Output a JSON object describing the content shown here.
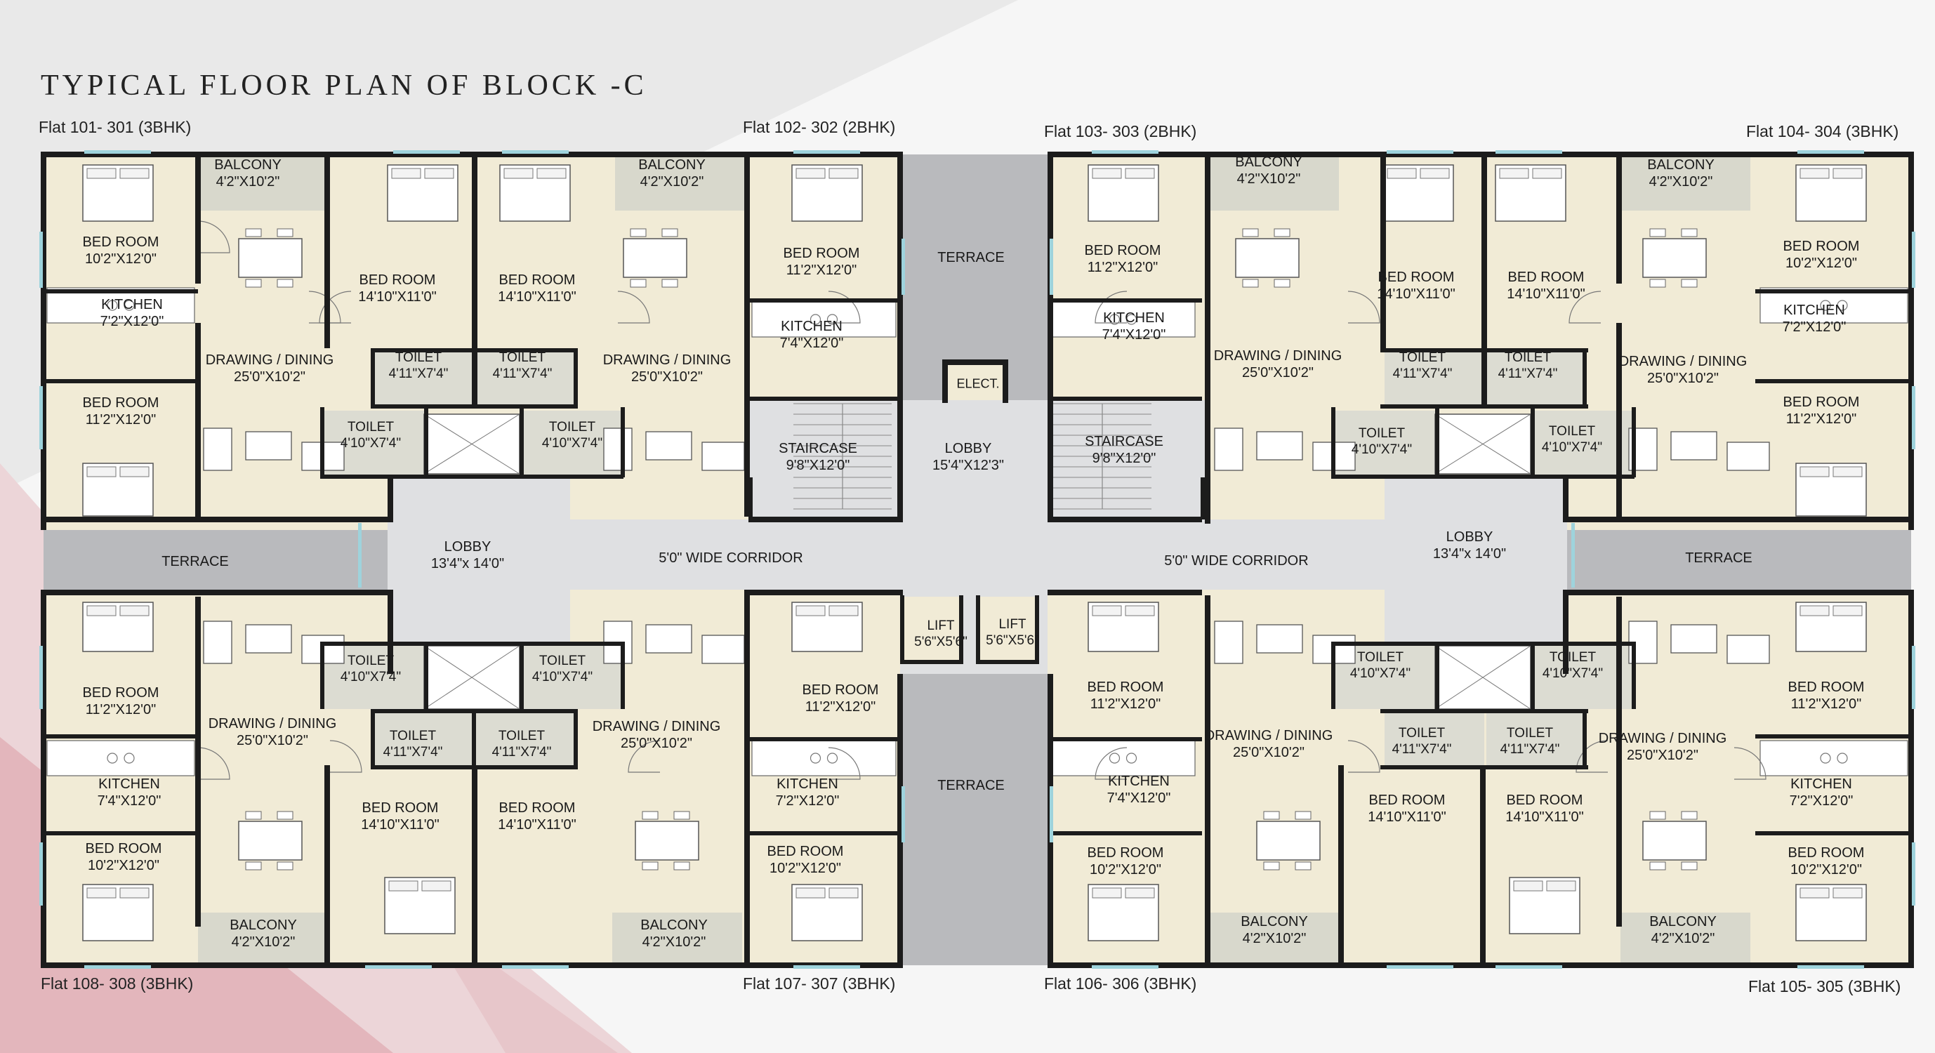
{
  "title": "TYPICAL FLOOR PLAN OF BLOCK -C",
  "flat_labels": [
    "Flat 101- 301 (3BHK)",
    "Flat 102- 302 (2BHK)",
    "Flat 103- 303 (2BHK)",
    "Flat 104- 304 (3BHK)",
    "Flat 108- 308 (3BHK)",
    "Flat 107- 307 (3BHK)",
    "Flat 106- 306 (3BHK)",
    "Flat 105- 305 (3BHK)"
  ],
  "rooms": [
    {
      "id": "r1",
      "name": "BALCONY",
      "dim": "4'2\"X10'2\""
    },
    {
      "id": "r2",
      "name": "BED ROOM",
      "dim": "10'2\"X12'0\""
    },
    {
      "id": "r3",
      "name": "KITCHEN",
      "dim": "7'2\"X12'0\""
    },
    {
      "id": "r4",
      "name": "BED ROOM",
      "dim": "11'2\"X12'0\""
    },
    {
      "id": "r5",
      "name": "DRAWING / DINING",
      "dim": "25'0\"X10'2\""
    },
    {
      "id": "r6",
      "name": "BED ROOM",
      "dim": "14'10\"X11'0\""
    },
    {
      "id": "r7",
      "name": "TOILET",
      "dim": "4'11\"X7'4\""
    },
    {
      "id": "r8",
      "name": "TOILET",
      "dim": "4'10\"X7'4\""
    },
    {
      "id": "r9",
      "name": "BED ROOM",
      "dim": "14'10\"X11'0\""
    },
    {
      "id": "r10",
      "name": "TOILET",
      "dim": "4'11\"X7'4\""
    },
    {
      "id": "r11",
      "name": "TOILET",
      "dim": "4'10\"X7'4\""
    },
    {
      "id": "r12",
      "name": "BALCONY",
      "dim": "4'2\"X10'2\""
    },
    {
      "id": "r13",
      "name": "DRAWING / DINING",
      "dim": "25'0\"X10'2\""
    },
    {
      "id": "r14",
      "name": "BED ROOM",
      "dim": "11'2\"X12'0\""
    },
    {
      "id": "r15",
      "name": "KITCHEN",
      "dim": "7'4\"X12'0\""
    },
    {
      "id": "r16",
      "name": "TERRACE",
      "dim": ""
    },
    {
      "id": "r17",
      "name": "ELECT.",
      "dim": ""
    },
    {
      "id": "r18",
      "name": "STAIRCASE",
      "dim": "9'8\"X12'0\""
    },
    {
      "id": "r19",
      "name": "LOBBY",
      "dim": "15'4\"X12'3\""
    },
    {
      "id": "r20",
      "name": "STAIRCASE",
      "dim": "9'8\"X12'0\""
    },
    {
      "id": "r21",
      "name": "BED ROOM",
      "dim": "11'2\"X12'0\""
    },
    {
      "id": "r22",
      "name": "KITCHEN",
      "dim": "7'4\"X12'0\""
    },
    {
      "id": "r23",
      "name": "BALCONY",
      "dim": "4'2\"X10'2\""
    },
    {
      "id": "r24",
      "name": "DRAWING / DINING",
      "dim": "25'0\"X10'2\""
    },
    {
      "id": "r25",
      "name": "BED ROOM",
      "dim": "14'10\"X11'0\""
    },
    {
      "id": "r26",
      "name": "TOILET",
      "dim": "4'11\"X7'4\""
    },
    {
      "id": "r27",
      "name": "TOILET",
      "dim": "4'10\"X7'4\""
    },
    {
      "id": "r28",
      "name": "BED ROOM",
      "dim": "14'10\"X11'0\""
    },
    {
      "id": "r29",
      "name": "TOILET",
      "dim": "4'11\"X7'4\""
    },
    {
      "id": "r30",
      "name": "TOILET",
      "dim": "4'10\"X7'4\""
    },
    {
      "id": "r31",
      "name": "BALCONY",
      "dim": "4'2\"X10'2\""
    },
    {
      "id": "r32",
      "name": "DRAWING / DINING",
      "dim": "25'0\"X10'2\""
    },
    {
      "id": "r33",
      "name": "BED ROOM",
      "dim": "10'2\"X12'0\""
    },
    {
      "id": "r34",
      "name": "KITCHEN",
      "dim": "7'2\"X12'0\""
    },
    {
      "id": "r35",
      "name": "BED ROOM",
      "dim": "11'2\"X12'0\""
    },
    {
      "id": "r36",
      "name": "TERRACE",
      "dim": ""
    },
    {
      "id": "r37",
      "name": "LOBBY",
      "dim": "13'4\"x 14'0\""
    },
    {
      "id": "r38",
      "name": "5'0\"  WIDE CORRIDOR",
      "dim": ""
    },
    {
      "id": "r39",
      "name": "5'0\"  WIDE CORRIDOR",
      "dim": ""
    },
    {
      "id": "r40",
      "name": "LOBBY",
      "dim": "13'4\"x 14'0\""
    },
    {
      "id": "r41",
      "name": "TERRACE",
      "dim": ""
    },
    {
      "id": "r42",
      "name": "BED ROOM",
      "dim": "11'2\"X12'0\""
    },
    {
      "id": "r43",
      "name": "KITCHEN",
      "dim": "7'4\"X12'0\""
    },
    {
      "id": "r44",
      "name": "BED ROOM",
      "dim": "10'2\"X12'0\""
    },
    {
      "id": "r45",
      "name": "DRAWING / DINING",
      "dim": "25'0\"X10'2\""
    },
    {
      "id": "r46",
      "name": "BALCONY",
      "dim": "4'2\"X10'2\""
    },
    {
      "id": "r47",
      "name": "TOILET",
      "dim": "4'10\"X7'4\""
    },
    {
      "id": "r48",
      "name": "TOILET",
      "dim": "4'11\"X7'4\""
    },
    {
      "id": "r49",
      "name": "BED ROOM",
      "dim": "14'10\"X11'0\""
    },
    {
      "id": "r50",
      "name": "TOILET",
      "dim": "4'10\"X7'4\""
    },
    {
      "id": "r51",
      "name": "TOILET",
      "dim": "4'11\"X7'4\""
    },
    {
      "id": "r52",
      "name": "BED ROOM",
      "dim": "14'10\"X11'0\""
    },
    {
      "id": "r53",
      "name": "DRAWING / DINING",
      "dim": "25'0\"X10'2\""
    },
    {
      "id": "r54",
      "name": "BALCONY",
      "dim": "4'2\"X10'2\""
    },
    {
      "id": "r55",
      "name": "BED ROOM",
      "dim": "11'2\"X12'0\""
    },
    {
      "id": "r56",
      "name": "KITCHEN",
      "dim": "7'2\"X12'0\""
    },
    {
      "id": "r57",
      "name": "BED ROOM",
      "dim": "10'2\"X12'0\""
    },
    {
      "id": "r58",
      "name": "LIFT",
      "dim": "5'6\"X5'6\""
    },
    {
      "id": "r59",
      "name": "LIFT",
      "dim": "5'6\"X5'6\""
    },
    {
      "id": "r60",
      "name": "TERRACE",
      "dim": ""
    },
    {
      "id": "r61",
      "name": "BED ROOM",
      "dim": "11'2\"X12'0\""
    },
    {
      "id": "r62",
      "name": "KITCHEN",
      "dim": "7'4\"X12'0\""
    },
    {
      "id": "r63",
      "name": "BED ROOM",
      "dim": "10'2\"X12'0\""
    },
    {
      "id": "r64",
      "name": "BALCONY",
      "dim": "4'2\"X10'2\""
    },
    {
      "id": "r65",
      "name": "DRAWING / DINING",
      "dim": "25'0\"X10'2\""
    },
    {
      "id": "r66",
      "name": "TOILET",
      "dim": "4'10\"X7'4\""
    },
    {
      "id": "r67",
      "name": "TOILET",
      "dim": "4'11\"X7'4\""
    },
    {
      "id": "r68",
      "name": "BED ROOM",
      "dim": "14'10\"X11'0\""
    },
    {
      "id": "r69",
      "name": "TOILET",
      "dim": "4'10\"X7'4\""
    },
    {
      "id": "r70",
      "name": "TOILET",
      "dim": "4'11\"X7'4\""
    },
    {
      "id": "r71",
      "name": "BED ROOM",
      "dim": "14'10\"X11'0\""
    },
    {
      "id": "r72",
      "name": "DRAWING / DINING",
      "dim": "25'0\"X10'2\""
    },
    {
      "id": "r73",
      "name": "BALCONY",
      "dim": "4'2\"X10'2\""
    },
    {
      "id": "r74",
      "name": "BED ROOM",
      "dim": "11'2\"X12'0\""
    },
    {
      "id": "r75",
      "name": "KITCHEN",
      "dim": "7'2\"X12'0\""
    },
    {
      "id": "r76",
      "name": "BED ROOM",
      "dim": "10'2\"X12'0\""
    }
  ],
  "colors": {
    "room_fill": "#f1ebd6",
    "toilet_fill": "#dcdcd2",
    "balcony_fill": "#d8d8cc",
    "terrace_fill": "#b9babd",
    "corridor_fill": "#dfe0e2",
    "wall": "#1c1c1c",
    "window": "#9ed3dc"
  }
}
